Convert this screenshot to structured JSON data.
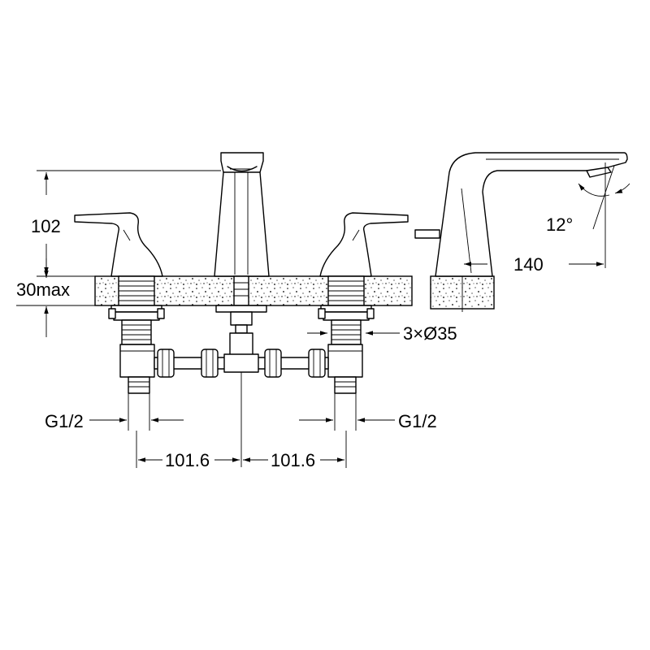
{
  "dimensions": {
    "spout_height": "102",
    "deck_thickness": "30max",
    "hole_diameter": "3×Ø35",
    "inlet_left": "G1/2",
    "inlet_right": "G1/2",
    "spacing_left": "101.6",
    "spacing_right": "101.6",
    "spout_reach": "140",
    "spout_angle": "12°"
  }
}
